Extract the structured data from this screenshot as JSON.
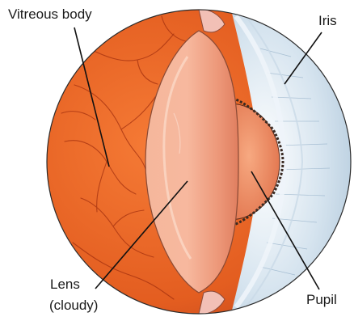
{
  "labels": {
    "vitreous_body": "Vitreous body",
    "iris": "Iris",
    "lens_line1": "Lens",
    "lens_line2": "(cloudy)",
    "pupil": "Pupil"
  },
  "colors": {
    "vitreous": "#e35d20",
    "vitreous_shadow": "#a83a12",
    "lens": "#f2a486",
    "lens_highlight": "#fbd2bd",
    "iris": "#aac3d8",
    "iris_light": "#e6f0f7",
    "outline": "#2b2b2b",
    "leader": "#111111"
  }
}
